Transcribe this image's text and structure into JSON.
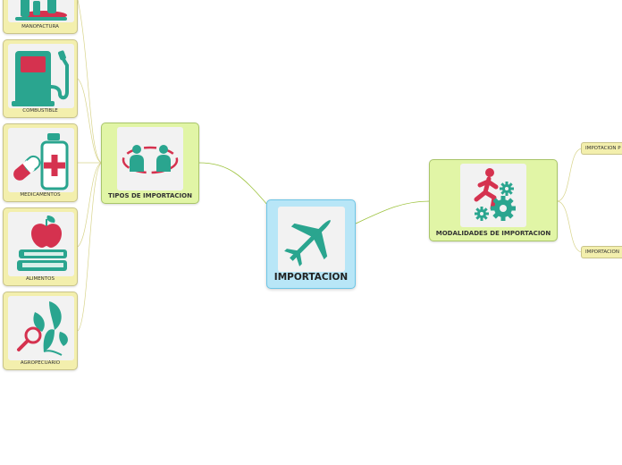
{
  "root": {
    "label": "IMPORTACION",
    "icon": "airplane-icon"
  },
  "left_branch": {
    "label": "TIPOS DE IMPORTACION",
    "icon": "people-exchange-icon",
    "children": [
      {
        "label": "MANOFACTURA",
        "icon": "manufacturing-icon"
      },
      {
        "label": "COMBUSTIBLE",
        "icon": "fuel-pump-icon"
      },
      {
        "label": "MEDICAMENTOS",
        "icon": "medicine-icon"
      },
      {
        "label": "ALIMENTOS",
        "icon": "apple-books-icon"
      },
      {
        "label": "AGROPECUARIO",
        "icon": "plant-magnifier-icon"
      }
    ]
  },
  "right_branch": {
    "label": "MODALIDADES DE IMPORTACION",
    "icon": "runner-gears-icon",
    "children": [
      {
        "label": "IMPOTACION P"
      },
      {
        "label": "IMPORTACION"
      }
    ]
  },
  "colors": {
    "icon_teal": "#2aa58f",
    "icon_red": "#d5324f",
    "connector": "#9cc23c",
    "root_fill": "#b8e6f7",
    "branch_fill": "#e1f5a6",
    "leaf_fill": "#f3efad"
  }
}
